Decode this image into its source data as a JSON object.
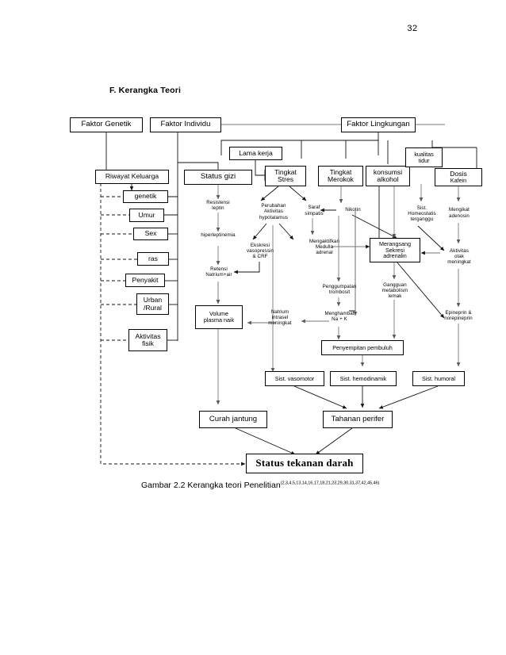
{
  "page": {
    "number": "32",
    "section_title": "F.  Kerangka Teori",
    "caption_text": "Gambar 2.2 Kerangka teori Penelitian",
    "caption_refs": "(2,3,4,5,13,14,16,17,18,21,23,29,30,31,37,42,45,46)",
    "colors": {
      "ink": "#000000",
      "paper": "#ffffff",
      "connector": "#6b6b6b"
    }
  },
  "diagram": {
    "type": "flowchart",
    "title": "Kerangka teori Penelitian",
    "top_level": [
      {
        "id": "faktor-genetik",
        "label": "Faktor Genetik"
      },
      {
        "id": "faktor-individu",
        "label": "Faktor Individu"
      },
      {
        "id": "faktor-lingkungan",
        "label": "Faktor Lingkungan"
      }
    ],
    "individual_factors": [
      {
        "id": "riwayat-keluarga",
        "label": "Riwayat Keluarga"
      },
      {
        "id": "genetik",
        "label": "genetik"
      },
      {
        "id": "umur",
        "label": "Umur"
      },
      {
        "id": "sex",
        "label": "Sex"
      },
      {
        "id": "ras",
        "label": "ras"
      },
      {
        "id": "penyakit",
        "label": "Penyakit"
      },
      {
        "id": "urban-rural",
        "label_line1": "Urban",
        "label_line2": "/Rural"
      },
      {
        "id": "aktivitas-fisik",
        "label_line1": "Aktivitas",
        "label_line2": "fisik"
      },
      {
        "id": "status-gizi",
        "label": "Status gizi"
      }
    ],
    "environment_factors": [
      {
        "id": "lama-kerja",
        "label": "Lama kerja"
      },
      {
        "id": "tingkat-stres",
        "label_line1": "Tingkat",
        "label_line2": "Stres"
      },
      {
        "id": "tingkat-merokok",
        "label_line1": "Tingkat",
        "label_line2": "Merokok"
      },
      {
        "id": "konsumsi-alkohol",
        "label_line1": "konsumsi",
        "label_line2": "alkohol"
      },
      {
        "id": "kualitas-tidur",
        "label_line1": "kualitas",
        "label_line2": "tidur"
      },
      {
        "id": "dosis-kafein",
        "label_line1": "Dosis",
        "label_line2": "Kafein"
      }
    ],
    "process_nodes": [
      {
        "id": "resistensi-leptin",
        "lines": [
          "Resistensi",
          "leptin"
        ]
      },
      {
        "id": "hiperleptinemia",
        "lines": [
          "hiperleptinemia"
        ]
      },
      {
        "id": "retensi-natrium-air",
        "lines": [
          "Retensi",
          "Natrium+air"
        ]
      },
      {
        "id": "perubahan-aktivitas-hypotalamus",
        "lines": [
          "Perubahan",
          "Aktivitas",
          "hypotalamus"
        ]
      },
      {
        "id": "ekskresi-vasopressin-crf",
        "lines": [
          "Ekskresi",
          "vasopressin",
          "& CRF"
        ]
      },
      {
        "id": "saraf-simpatis",
        "lines": [
          "Saraf",
          "simpatis"
        ]
      },
      {
        "id": "nikotin",
        "lines": [
          "Nikotin"
        ]
      },
      {
        "id": "mengaktifkan-medulla-adrenal",
        "lines": [
          "Mengaktifkan",
          "Medulla",
          "adrenal"
        ]
      },
      {
        "id": "penggumpalan-trombosit",
        "lines": [
          "Penggumpalan",
          "trombosit"
        ]
      },
      {
        "id": "gangguan-metabolism-lemak",
        "lines": [
          "Gangguan",
          "metabolism",
          "lemak"
        ]
      },
      {
        "id": "menghambat-na-k",
        "lines": [
          "Menghambat",
          "Na + K"
        ]
      },
      {
        "id": "natrium-intrasel-meningkat",
        "lines": [
          "Natrium",
          "intrasel",
          "meningkat"
        ]
      },
      {
        "id": "sist-homeostatis-terganggu",
        "lines": [
          "Sist.",
          "Homeostatis",
          "terganggu"
        ]
      },
      {
        "id": "mengikat-adenosin",
        "lines": [
          "Mengikat",
          "adenosin"
        ]
      },
      {
        "id": "aktivitas-otak-meningkat",
        "lines": [
          "Aktivitas",
          "otak",
          "meningkat"
        ]
      },
      {
        "id": "epineprin-norepineprin",
        "lines": [
          "Epineprin &",
          "norepineprin"
        ]
      }
    ],
    "boxed_process_nodes": [
      {
        "id": "merangsang-sekresi-adrenalin",
        "lines": [
          "Merangsang",
          "Sekresi",
          "adrenalin"
        ]
      },
      {
        "id": "volume-plasma-naik",
        "lines": [
          "Volume",
          "plasma naik"
        ]
      },
      {
        "id": "penyempitan-pembuluh",
        "lines": [
          "Penyempitan pembuluh"
        ]
      },
      {
        "id": "sist-vasomotor",
        "lines": [
          "Sist. vasomotor"
        ]
      },
      {
        "id": "sist-hemodinamik",
        "lines": [
          "Sist. hemodinamik"
        ]
      },
      {
        "id": "sist-humoral",
        "lines": [
          "Sist. humoral"
        ]
      },
      {
        "id": "curah-jantung",
        "lines": [
          "Curah jantung"
        ]
      },
      {
        "id": "tahanan-perifer",
        "lines": [
          "Tahanan perifer"
        ]
      },
      {
        "id": "status-tekanan-darah",
        "lines": [
          "Status tekanan darah"
        ]
      }
    ]
  }
}
